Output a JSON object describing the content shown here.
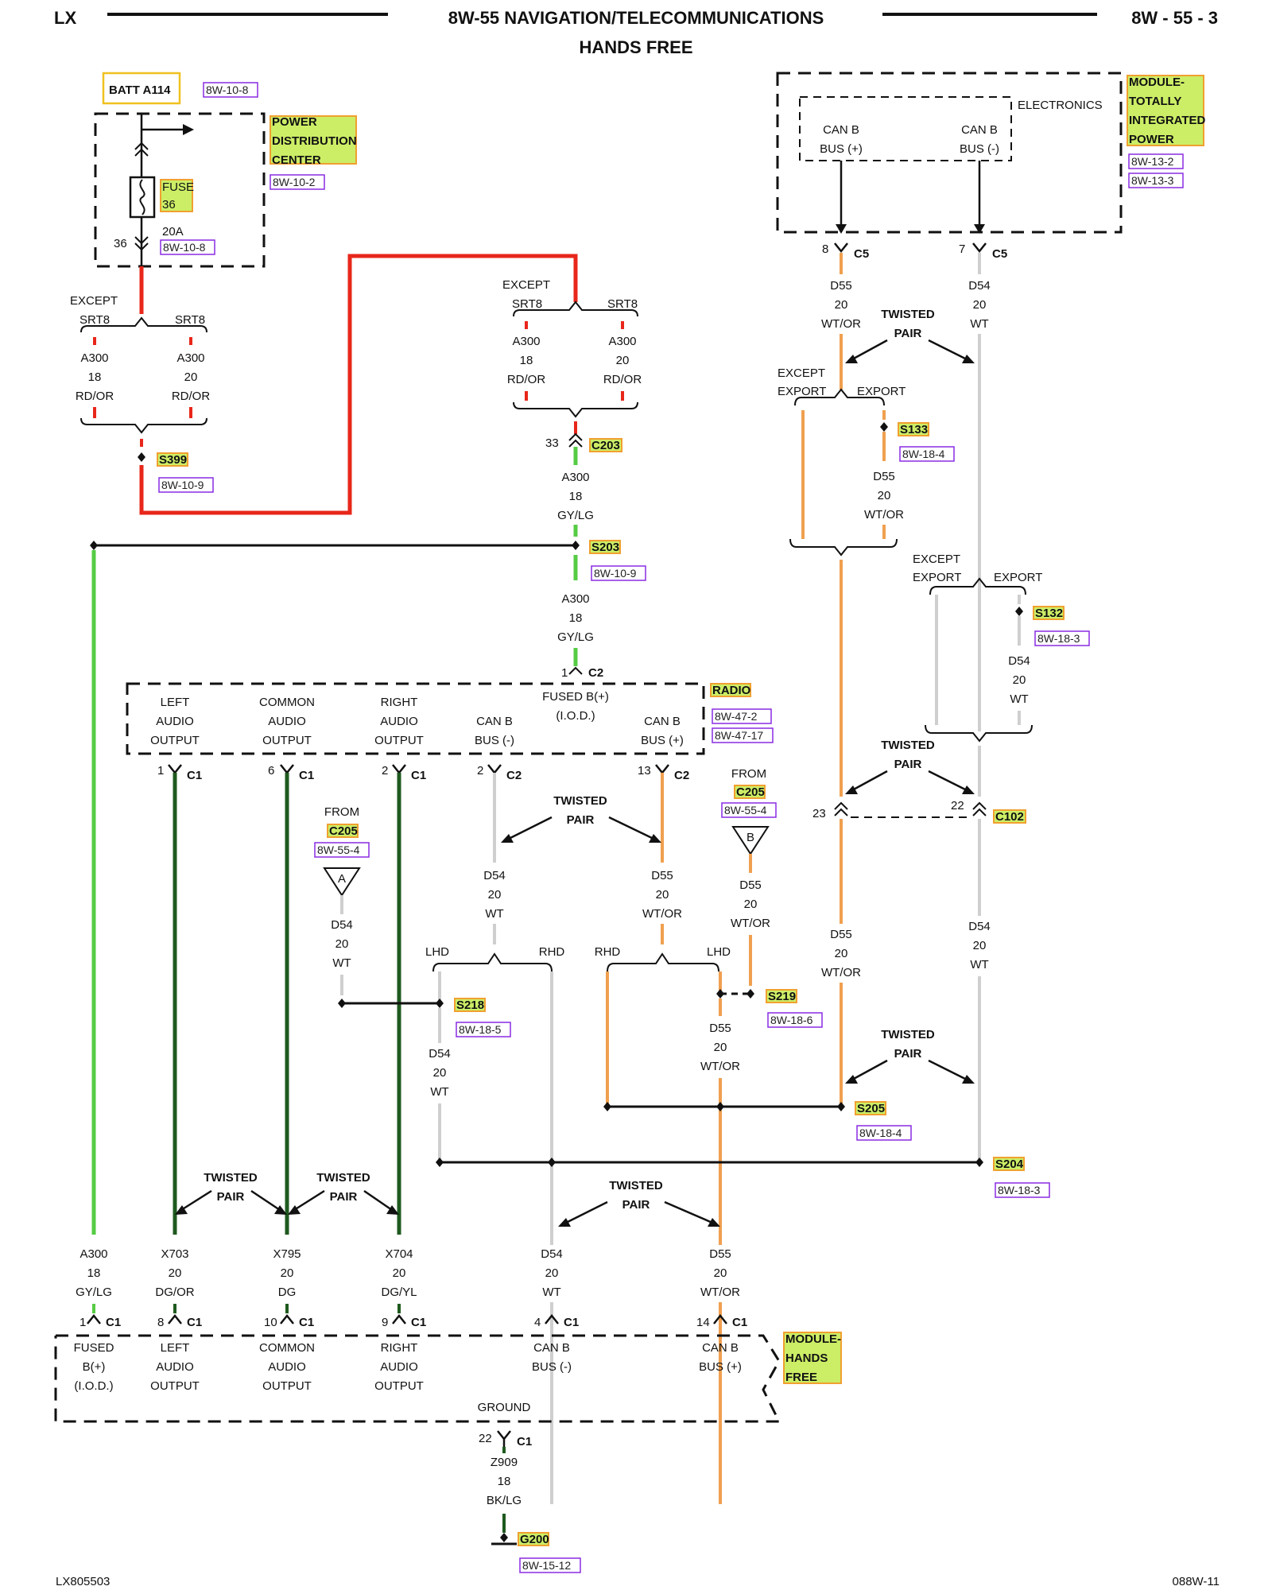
{
  "header": {
    "left": "LX",
    "title": "8W-55 NAVIGATION/TELECOMMUNICATIONS",
    "subtitle": "HANDS FREE",
    "right": "8W - 55 - 3"
  },
  "footer": {
    "left": "LX805503",
    "right": "088W-11"
  },
  "colors": {
    "red": "#e8261a",
    "green": "#55cc44",
    "dark_green": "#1f5a1f",
    "orange": "#f0a050",
    "grey": "#cfcfcf",
    "highlight": "#ccee66",
    "highlight_border": "#f0a030",
    "ref_border": "#8a2be2"
  },
  "components": {
    "batt": "BATT A114",
    "batt_ref": "8W-10-8",
    "pdc": [
      "POWER",
      "DISTRIBUTION",
      "CENTER"
    ],
    "pdc_ref": "8W-10-2",
    "fuse": [
      "FUSE",
      "36"
    ],
    "fuse_rating": "20A",
    "fuse_pin": "36",
    "fuse_ref": "8W-10-8",
    "tipm": [
      "MODULE-",
      "TOTALLY",
      "INTEGRATED",
      "POWER"
    ],
    "tipm_refs": [
      "8W-13-2",
      "8W-13-3"
    ],
    "tipm_electronics": "ELECTRONICS",
    "tipm_can_b_plus": [
      "CAN B",
      "BUS (+)"
    ],
    "tipm_can_b_minus": [
      "CAN B",
      "BUS (-)"
    ],
    "radio": "RADIO",
    "radio_refs": [
      "8W-47-2",
      "8W-47-17"
    ],
    "radio_pins": [
      [
        "LEFT",
        "AUDIO",
        "OUTPUT"
      ],
      [
        "COMMON",
        "AUDIO",
        "OUTPUT"
      ],
      [
        "RIGHT",
        "AUDIO",
        "OUTPUT"
      ],
      [
        "CAN B",
        "BUS (-)"
      ],
      [
        "FUSED B(+)",
        "(I.O.D.)"
      ],
      [
        "CAN B",
        "BUS (+)"
      ]
    ],
    "hfm": [
      "MODULE-",
      "HANDS",
      "FREE"
    ],
    "hfm_pins": [
      [
        "FUSED",
        "B(+)",
        "(I.O.D.)"
      ],
      [
        "LEFT",
        "AUDIO",
        "OUTPUT"
      ],
      [
        "COMMON",
        "AUDIO",
        "OUTPUT"
      ],
      [
        "RIGHT",
        "AUDIO",
        "OUTPUT"
      ],
      [
        "CAN B",
        "BUS (-)"
      ],
      [
        "CAN B",
        "BUS (+)"
      ]
    ],
    "ground": "GROUND",
    "ground_pin": "22",
    "ground_conn": "C1",
    "ground_wire": [
      "Z909",
      "18",
      "BK/LG"
    ],
    "g200": "G200",
    "g200_ref": "8W-15-12"
  },
  "conditions": {
    "except": "EXCEPT",
    "srt8": "SRT8",
    "export": "EXPORT",
    "lhd": "LHD",
    "rhd": "RHD",
    "twisted": "TWISTED",
    "pair": "PAIR",
    "from": "FROM"
  },
  "wires": {
    "a300_18_rdor": [
      "A300",
      "18",
      "RD/OR"
    ],
    "a300_20_rdor": [
      "A300",
      "20",
      "RD/OR"
    ],
    "a300_18_gylg": [
      "A300",
      "18",
      "GY/LG"
    ],
    "d55_20_wtor": [
      "D55",
      "20",
      "WT/OR"
    ],
    "d54_20_wt": [
      "D54",
      "20",
      "WT"
    ],
    "x703": [
      "X703",
      "20",
      "DG/OR"
    ],
    "x795": [
      "X795",
      "20",
      "DG"
    ],
    "x704": [
      "X704",
      "20",
      "DG/YL"
    ]
  },
  "connectors": {
    "c5_8": [
      "8",
      "C5"
    ],
    "c5_7": [
      "7",
      "C5"
    ],
    "c203": [
      "33",
      "C203"
    ],
    "c2_1": [
      "1",
      "C2"
    ],
    "radio_c1_1": [
      "1",
      "C1"
    ],
    "radio_c1_6": [
      "6",
      "C1"
    ],
    "radio_c1_2": [
      "2",
      "C1"
    ],
    "radio_c2_2": [
      "2",
      "C2"
    ],
    "radio_c2_13": [
      "13",
      "C2"
    ],
    "c102_23": "23",
    "c102_22": "22",
    "c102": "C102",
    "hfm_1": [
      "1",
      "C1"
    ],
    "hfm_8": [
      "8",
      "C1"
    ],
    "hfm_10": [
      "10",
      "C1"
    ],
    "hfm_9": [
      "9",
      "C1"
    ],
    "hfm_4": [
      "4",
      "C1"
    ],
    "hfm_14": [
      "14",
      "C1"
    ]
  },
  "splices": {
    "s399": "S399",
    "s399_ref": "8W-10-9",
    "s203": "S203",
    "s203_ref": "8W-10-9",
    "s133": "S133",
    "s133_ref": "8W-18-4",
    "s132": "S132",
    "s132_ref": "8W-18-3",
    "s218": "S218",
    "s218_ref": "8W-18-5",
    "s219": "S219",
    "s219_ref": "8W-18-6",
    "s205": "S205",
    "s205_ref": "8W-18-4",
    "s204": "S204",
    "s204_ref": "8W-18-3"
  },
  "from_refs": {
    "c205": "C205",
    "c205_ref": "8W-55-4",
    "a": "A",
    "b": "B"
  }
}
